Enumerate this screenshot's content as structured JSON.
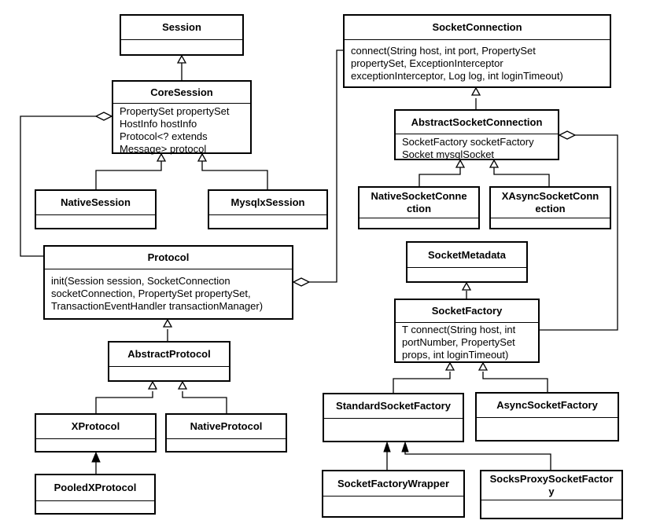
{
  "classes": {
    "session": {
      "name": "Session"
    },
    "core_session": {
      "name": "CoreSession",
      "body": "PropertySet propertySet\nHostInfo hostInfo\nProtocol<? extends\nMessage> protocol"
    },
    "native_session": {
      "name": "NativeSession"
    },
    "mysqlx_session": {
      "name": "MysqlxSession"
    },
    "protocol": {
      "name": "Protocol",
      "body": "init(Session session, SocketConnection\nsocketConnection, PropertySet propertySet,\nTransactionEventHandler transactionManager)"
    },
    "abstract_protocol": {
      "name": "AbstractProtocol"
    },
    "xprotocol": {
      "name": "XProtocol"
    },
    "native_protocol": {
      "name": "NativeProtocol"
    },
    "pooled_xprotocol": {
      "name": "PooledXProtocol"
    },
    "socket_connection": {
      "name": "SocketConnection",
      "body": "connect(String host, int port, PropertySet\npropertySet, ExceptionInterceptor\nexceptionInterceptor, Log log, int loginTimeout)"
    },
    "abstract_socket_connection": {
      "name": "AbstractSocketConnection",
      "body": "SocketFactory socketFactory\nSocket mysqlSocket"
    },
    "native_socket_connection": {
      "name": "NativeSocketConne\nction"
    },
    "xasync_socket_connection": {
      "name": "XAsyncSocketConn\nection"
    },
    "socket_metadata": {
      "name": "SocketMetadata"
    },
    "socket_factory": {
      "name": "SocketFactory",
      "body": "T connect(String host, int\nportNumber, PropertySet\nprops, int loginTimeout)"
    },
    "standard_socket_factory": {
      "name": "StandardSocketFactory"
    },
    "async_socket_factory": {
      "name": "AsyncSocketFactory"
    },
    "socket_factory_wrapper": {
      "name": "SocketFactoryWrapper"
    },
    "socks_proxy_socket_factory": {
      "name": "SocksProxySocketFactor\ny"
    }
  }
}
